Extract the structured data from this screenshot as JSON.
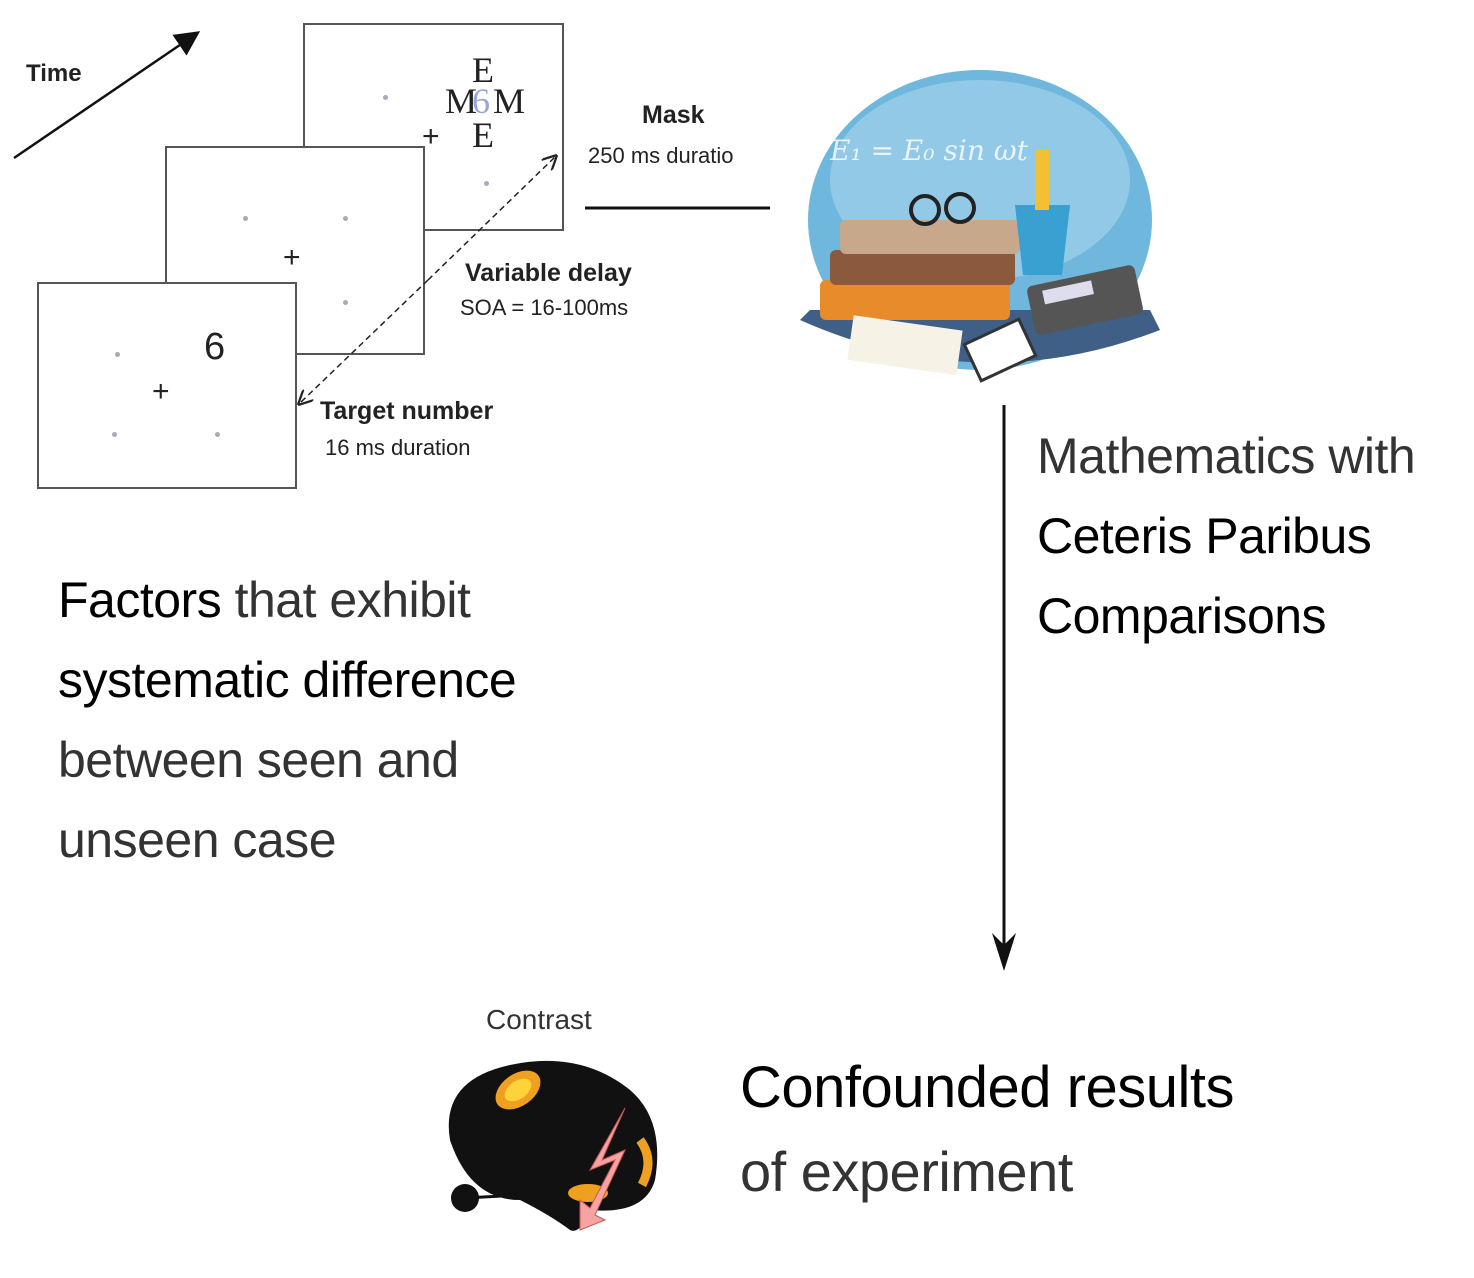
{
  "diagram": {
    "time_label": "Time",
    "mask": {
      "title": "Mask",
      "duration": "250 ms duratio",
      "letters": {
        "top": "E",
        "left": "M",
        "center": "6",
        "right": "M",
        "bottom": "E"
      }
    },
    "delay": {
      "title": "Variable delay",
      "soa": "SOA = 16-100ms"
    },
    "target": {
      "title": "Target number",
      "duration": "16 ms duration",
      "digit": "6"
    },
    "fixation": "+"
  },
  "left_text": {
    "l1_bold": "Factors",
    "l1_rest": " that exhibit",
    "l2_bold": "systematic difference",
    "l3": "between seen and",
    "l4": "unseen case"
  },
  "right_text": {
    "l1": "Mathematics with",
    "l2": "Ceteris Paribus",
    "l3": "Comparisons"
  },
  "brain": {
    "caption": "Contrast"
  },
  "result": {
    "l1": "Confounded results",
    "l2": "of experiment"
  }
}
